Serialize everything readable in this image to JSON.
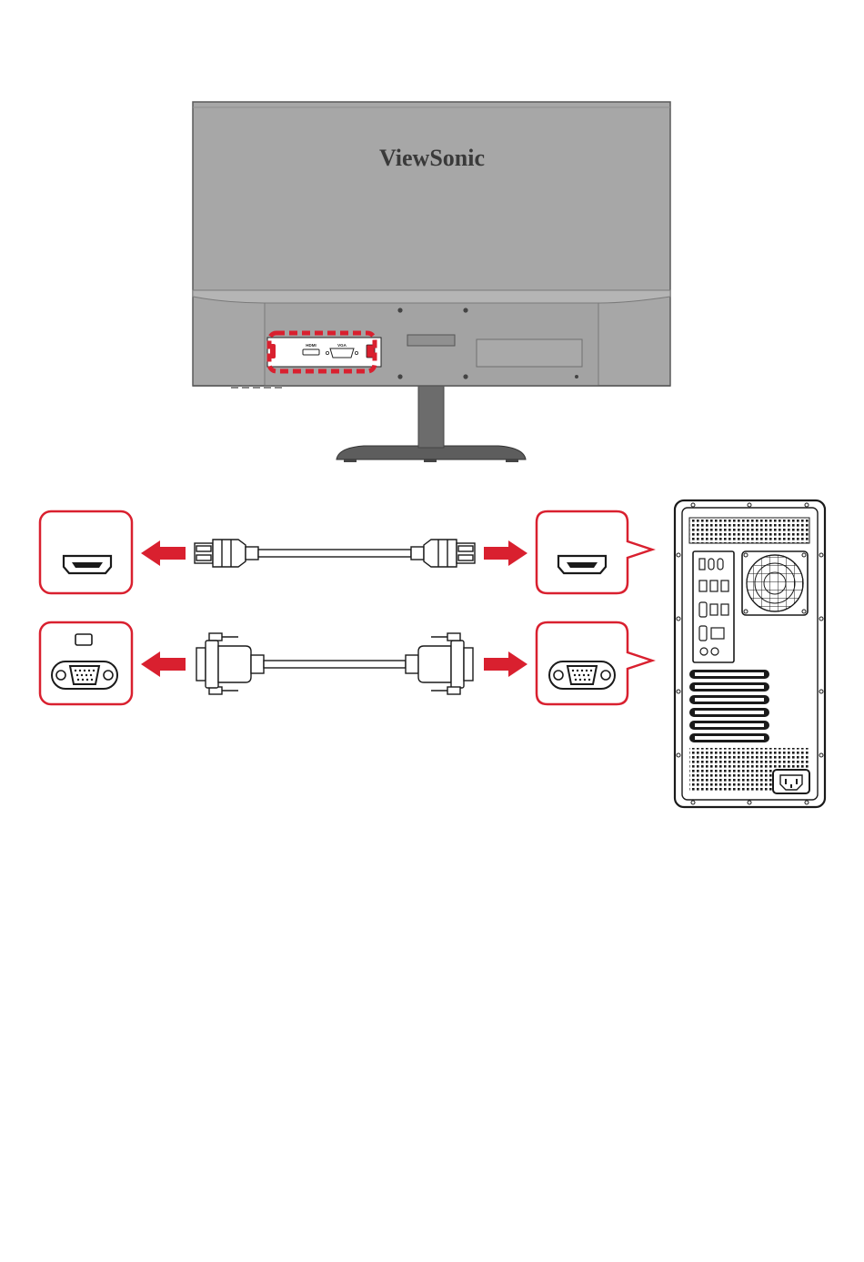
{
  "monitor": {
    "brand": "ViewSonic",
    "port_labels": {
      "hdmi": "HDMI",
      "vga": "VGA"
    }
  },
  "colors": {
    "accent_red": "#d9202f",
    "monitor_gray": "#a7a7a7",
    "outline": "#1a1a1a"
  },
  "icons": {
    "arrow": "arrow-left/right-icon",
    "hdmi": "hdmi-port-icon",
    "vga": "vga-port-icon"
  }
}
